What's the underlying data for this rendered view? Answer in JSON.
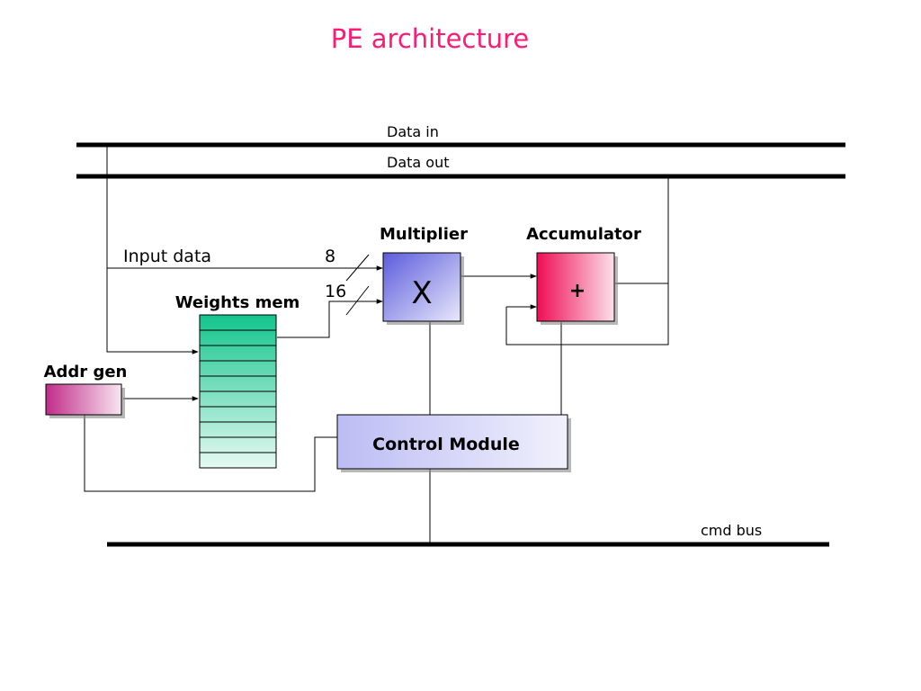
{
  "title": "PE architecture",
  "buses": {
    "data_in": "Data in",
    "data_out": "Data out",
    "cmd_bus": "cmd bus"
  },
  "labels": {
    "input_data": "Input data",
    "width_8": "8",
    "width_16": "16",
    "weights_mem": "Weights mem",
    "addr_gen": "Addr gen",
    "multiplier": "Multiplier",
    "accumulator": "Accumulator",
    "multiplier_symbol": "X",
    "accumulator_symbol": "+",
    "control_module": "Control Module"
  },
  "colors": {
    "title": "#ff1a75",
    "multiplier_fill": "#6f6fe6",
    "accumulator_fill": "#f0145a",
    "weights_fill": "#19c98f",
    "addr_gen_fill": "#c8378f",
    "control_fill": "#c9c9f7"
  },
  "weights_mem_rows": 10
}
